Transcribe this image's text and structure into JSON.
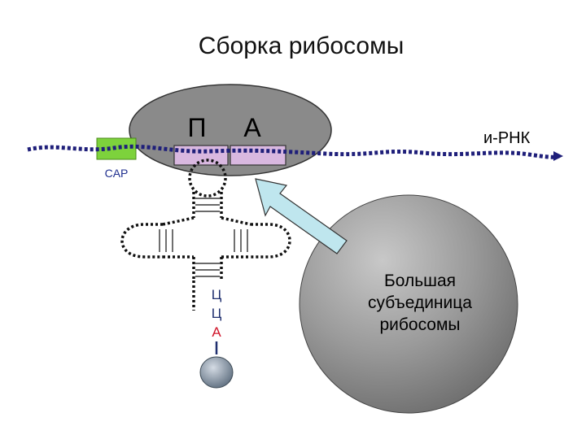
{
  "title": "Сборка  рибосомы",
  "small_subunit": {
    "site_p": "П",
    "site_a": "А"
  },
  "mrna_label": "и-РНК",
  "cap_label": "CAP",
  "anticodon": [
    "Ц",
    "Ц",
    "А"
  ],
  "large_subunit": {
    "line1": "Большая",
    "line2": "субъединица",
    "line3": "рибосомы"
  },
  "colors": {
    "mrna": "#1f1f7a",
    "cap_box": "#7dd23c",
    "cap_text": "#1f2f8f",
    "small_subunit": "#8a8a8a",
    "large_subunit": "#8f8f8f",
    "codon_fill": "#d9b8e0",
    "arrow": "#bfe6ee",
    "anticodon_normal": "#1f2f6f",
    "anticodon_highlight": "#d0152a"
  },
  "icons": {
    "arrow": "arrow-up-left",
    "amino_acid": "sphere"
  }
}
